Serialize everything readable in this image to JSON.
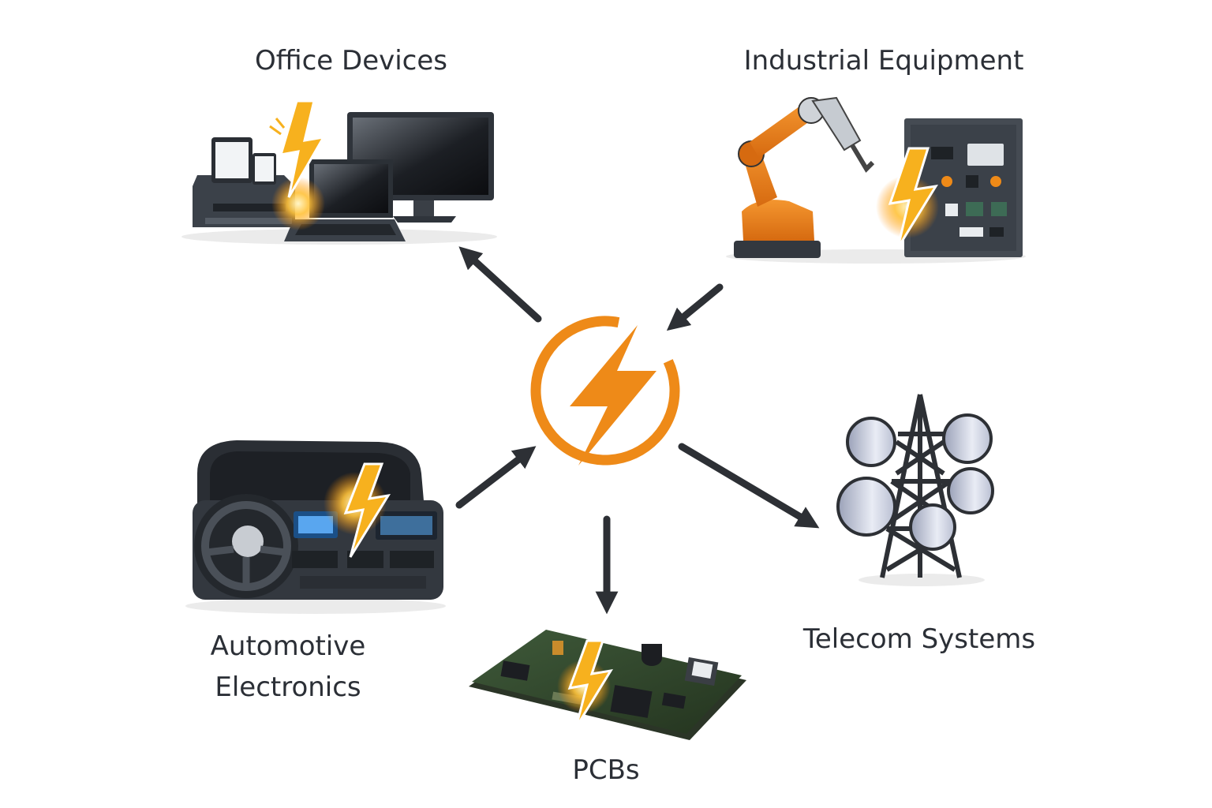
{
  "colors": {
    "accent": "#ee8a18",
    "bolt": "#f7b11e",
    "arrow": "#2d3035",
    "device_dark": "#2f343b",
    "text": "#2b2f36"
  },
  "center": {
    "icon": "lightning-bolt-circle-icon"
  },
  "nodes": {
    "office": {
      "label": "Office Devices",
      "icon": "office-devices-icon"
    },
    "industrial": {
      "label": "Industrial Equipment",
      "icon": "industrial-equipment-icon"
    },
    "automotive": {
      "label_line1": "Automotive",
      "label_line2": "Electronics",
      "icon": "automotive-dashboard-icon"
    },
    "telecom": {
      "label": "Telecom Systems",
      "icon": "telecom-tower-icon"
    },
    "pcb": {
      "label": "PCBs",
      "icon": "pcb-board-icon"
    }
  }
}
